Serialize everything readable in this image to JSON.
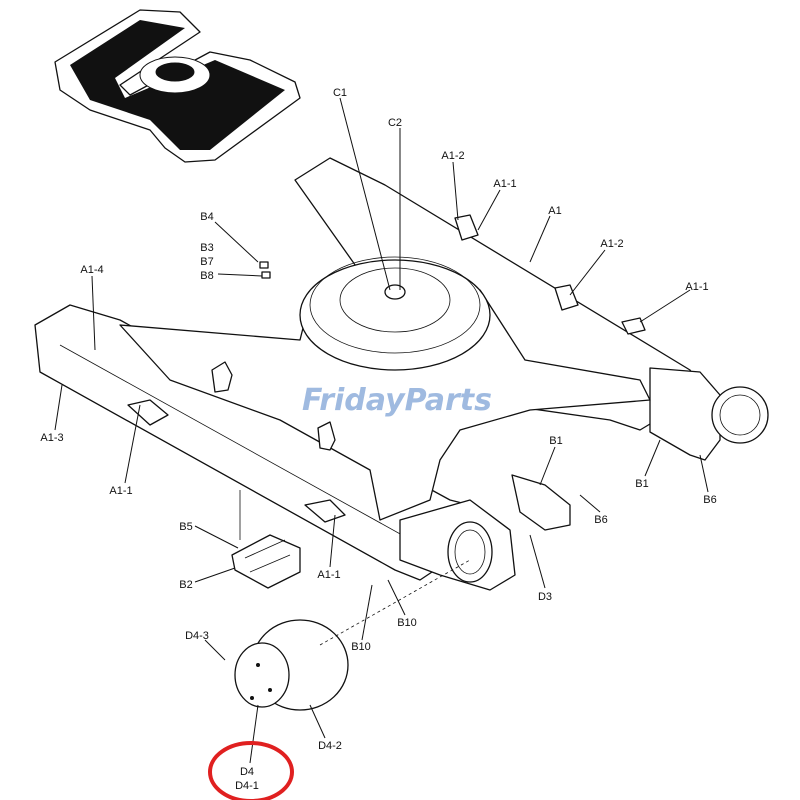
{
  "diagram": {
    "watermark": "FridayParts",
    "highlight_color": "#e02020",
    "labels": {
      "c1": "C1",
      "c2": "C2",
      "a1_2_top": "A1-2",
      "a1_1_top": "A1-1",
      "a1": "A1",
      "a1_2_right": "A1-2",
      "a1_1_right": "A1-1",
      "b4": "B4",
      "b3": "B3",
      "b7": "B7",
      "b8": "B8",
      "a1_4": "A1-4",
      "a1_3": "A1-3",
      "a1_1_left": "A1-1",
      "b1_plate": "B1",
      "b1_right": "B1",
      "b6_right": "B6",
      "b6_plate": "B6",
      "b5": "B5",
      "b2": "B2",
      "a1_1_bottom": "A1-1",
      "d3": "D3",
      "b10_a": "B10",
      "b10_b": "B10",
      "d4_3": "D4-3",
      "d4_2": "D4-2",
      "d4": "D4",
      "d4_1": "D4-1"
    }
  }
}
